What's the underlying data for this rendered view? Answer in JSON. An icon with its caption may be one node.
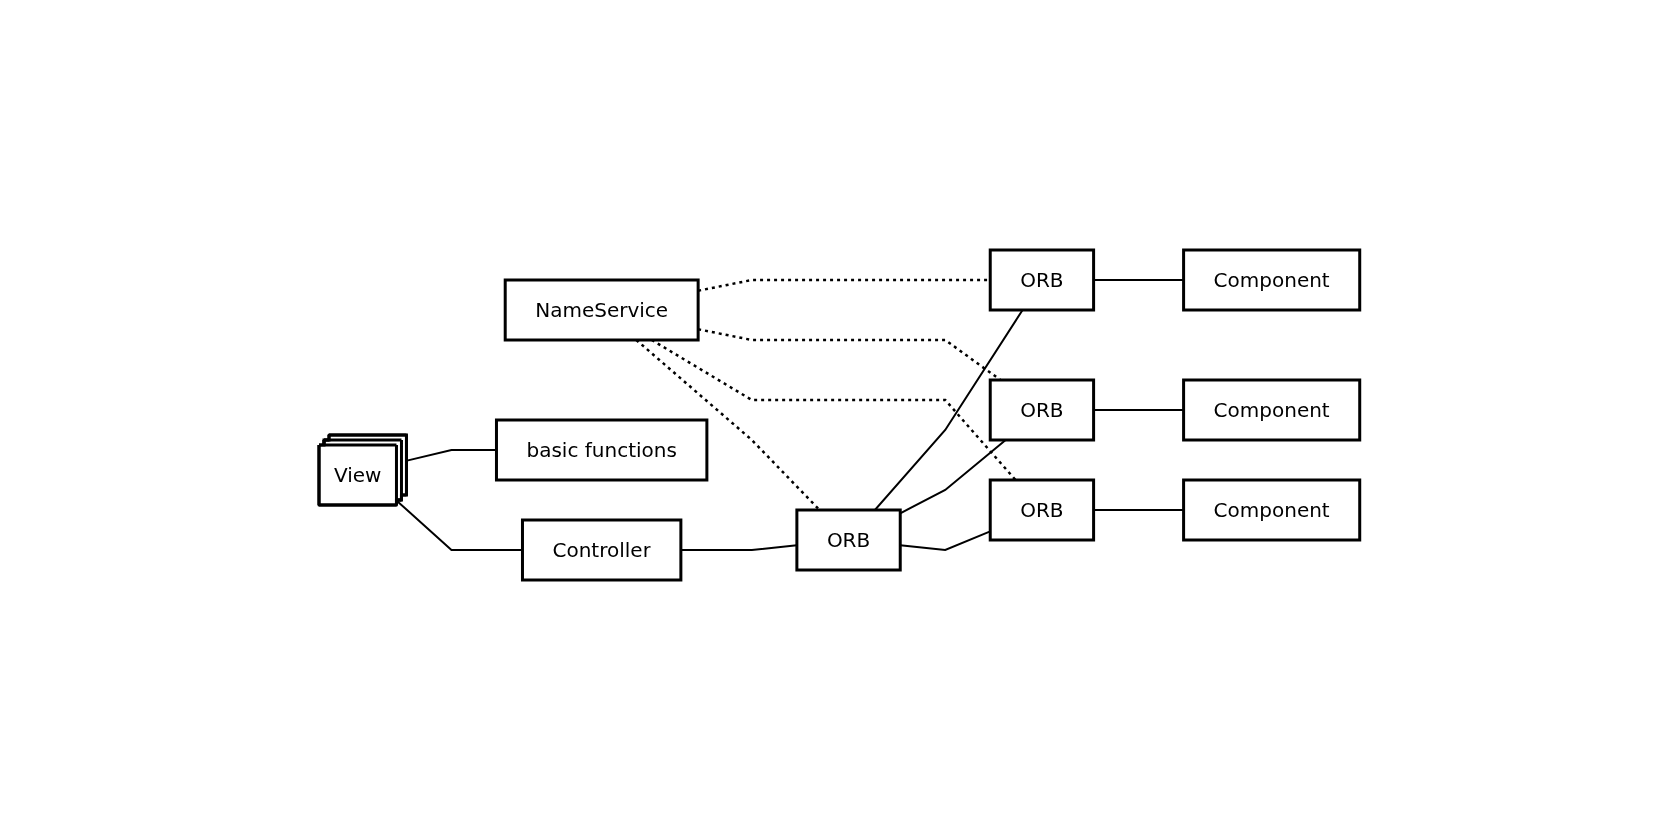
{
  "diagram": {
    "nodes": [
      {
        "text": [
          "NameService"
        ]
      },
      {
        "text": [
          "View"
        ]
      },
      {
        "text": [
          "Controller"
        ]
      },
      {
        "text": [
          "ORB"
        ]
      },
      {
        "text": [
          "Component"
        ]
      },
      {
        "text": [
          "basic functions"
        ]
      },
      {
        "text": [
          "ORB"
        ]
      },
      {
        "text": [
          "ORB"
        ]
      },
      {
        "text": [
          "Component"
        ]
      },
      {
        "text": [
          "ORB"
        ]
      },
      {
        "text": [
          "Component"
        ]
      }
    ],
    "edges": [
      {
        "from": 1,
        "to": 2,
        "arrow": "none"
      },
      {
        "from": 1,
        "to": 5,
        "arrow": "none"
      },
      {
        "from": 2,
        "to": 6,
        "arrow": "none"
      },
      {
        "from": 0,
        "to": 6,
        "arrow": "none",
        "style": "dashed"
      },
      {
        "from": 0,
        "to": 3,
        "arrow": "none",
        "style": "dashed"
      },
      {
        "from": 0,
        "to": 7,
        "arrow": "none",
        "style": "dashed"
      },
      {
        "from": 0,
        "to": 9,
        "arrow": "none",
        "style": "dashed"
      },
      {
        "from": 6,
        "to": 3,
        "arrow": "none"
      },
      {
        "from": 6,
        "to": 7,
        "arrow": "none"
      },
      {
        "from": 6,
        "to": 9,
        "arrow": "none"
      },
      {
        "from": 3,
        "to": 4,
        "arrow": "none"
      },
      {
        "from": 7,
        "to": 8,
        "arrow": "none"
      },
      {
        "from": 9,
        "to": 10,
        "arrow": "none"
      }
    ]
  }
}
